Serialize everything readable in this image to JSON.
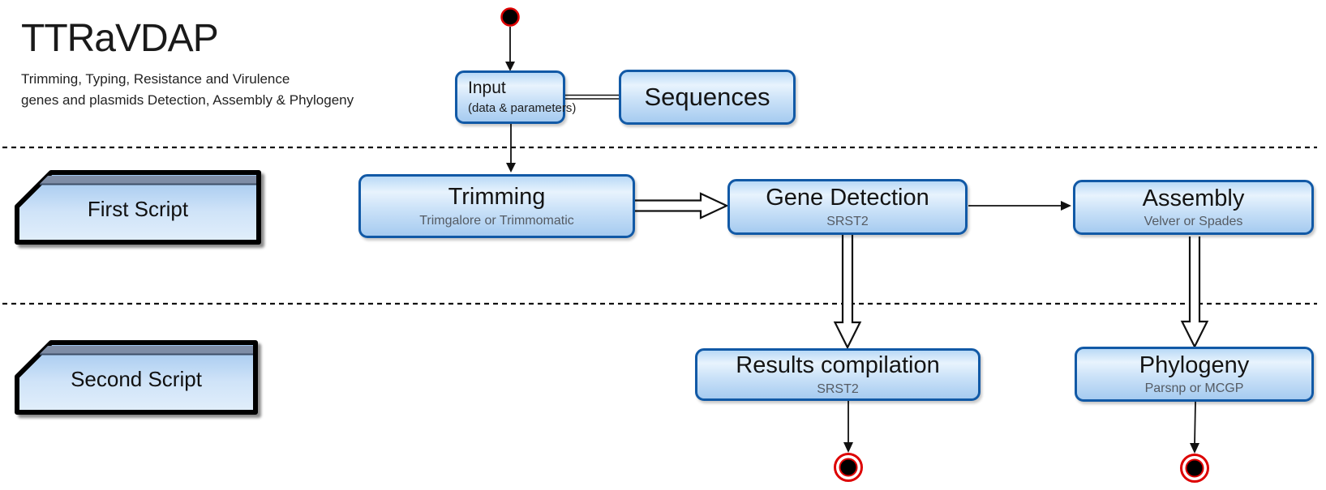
{
  "header": {
    "title": "TTRaVDAP",
    "subtitle_line1": "Trimming, Typing, Resistance and Virulence",
    "subtitle_line2": "genes and plasmids Detection, Assembly & Phylogeny"
  },
  "lanes": [
    {
      "label": "First Script"
    },
    {
      "label": "Second Script"
    }
  ],
  "nodes": {
    "input": {
      "title": "Input",
      "subtitle": "(data & parameters)"
    },
    "sequences": {
      "title": "Sequences"
    },
    "trimming": {
      "title": "Trimming",
      "subtitle": "Trimgalore or Trimmomatic"
    },
    "gene_detection": {
      "title": "Gene Detection",
      "subtitle": "SRST2"
    },
    "assembly": {
      "title": "Assembly",
      "subtitle": "Velver or Spades"
    },
    "results_compilation": {
      "title": "Results compilation",
      "subtitle": "SRST2"
    },
    "phylogeny": {
      "title": "Phylogeny",
      "subtitle": "Parsnp or MCGP"
    }
  },
  "colors": {
    "box_border": "#1159a6",
    "box_fill_light": "#e8f3fd",
    "box_fill_dark": "#a6cbf0",
    "accent_red": "#dd0000",
    "subtitle_gray": "#555b63",
    "line_black": "#111111"
  }
}
